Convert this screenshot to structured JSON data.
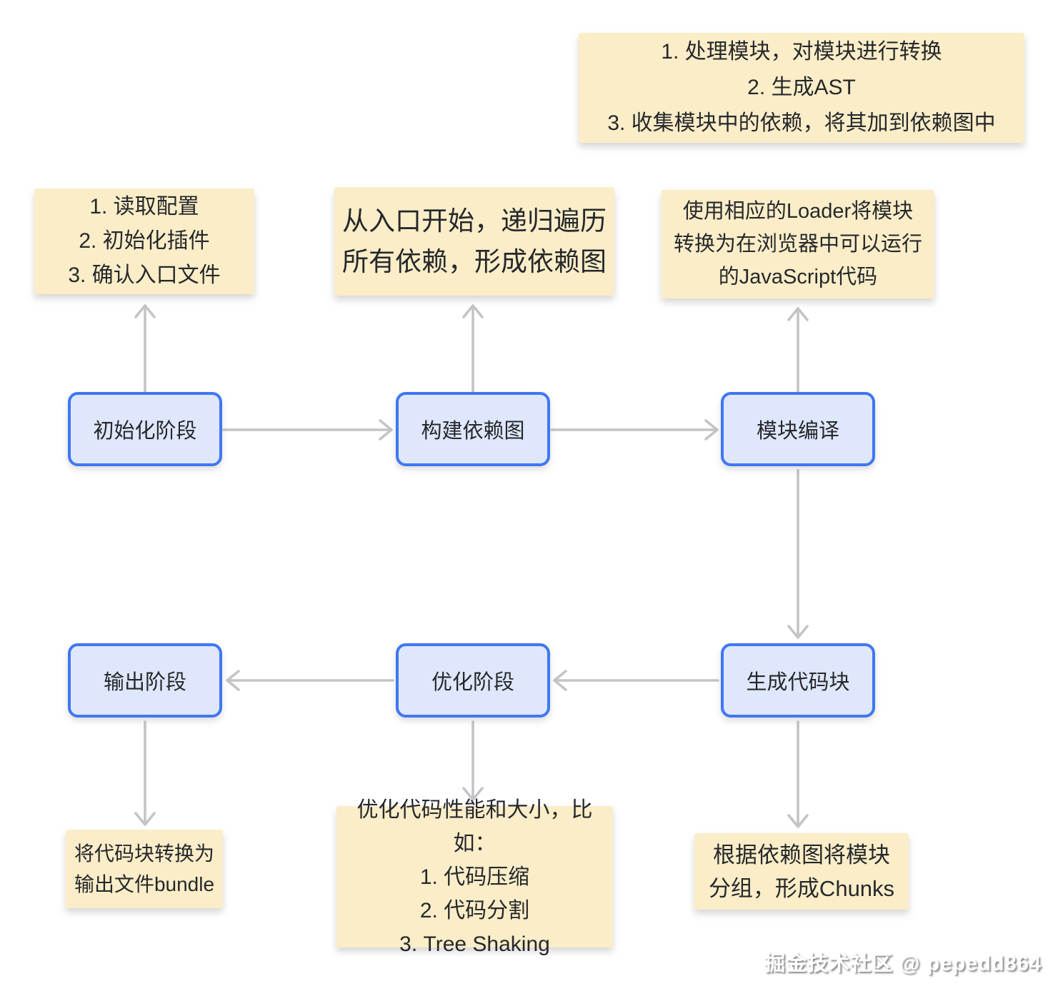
{
  "diagram": {
    "watermark": "掘金技术社区 @ pepedd864",
    "colors": {
      "background": "#ffffff",
      "note_fill": "#faedc8",
      "node_fill": "#dfe7fc",
      "node_border": "#4077f2",
      "arrow": "#c2c4c7",
      "text": "#26282b"
    },
    "nodes": {
      "init": "初始化阶段",
      "build_graph": "构建依赖图",
      "compile": "模块编译",
      "gen_chunks": "生成代码块",
      "optimize": "优化阶段",
      "output": "输出阶段"
    },
    "notes": {
      "compile_steps": "1. 处理模块，对模块进行转换\n2. 生成AST\n3. 收集模块中的依赖，将其加到依赖图中",
      "init_steps": "1. 读取配置\n2. 初始化插件\n3. 确认入口文件",
      "build_graph_desc": "从入口开始，递归遍历\n所有依赖，形成依赖图",
      "loader_desc": "使用相应的Loader将模块\n转换为在浏览器中可以运行\n的JavaScript代码",
      "bundle_desc": "将代码块转换为\n输出文件bundle",
      "optimize_desc": "优化代码性能和大小，比如：\n1. 代码压缩\n2. 代码分割\n3. Tree Shaking",
      "chunks_desc": "根据依赖图将模块\n分组，形成Chunks"
    },
    "edges": [
      {
        "from": "初始化阶段",
        "to": "构建依赖图"
      },
      {
        "from": "构建依赖图",
        "to": "模块编译"
      },
      {
        "from": "模块编译",
        "to": "生成代码块"
      },
      {
        "from": "生成代码块",
        "to": "优化阶段"
      },
      {
        "from": "优化阶段",
        "to": "输出阶段"
      },
      {
        "from": "初始化阶段",
        "to": "初始化步骤注释"
      },
      {
        "from": "构建依赖图",
        "to": "依赖图说明注释"
      },
      {
        "from": "模块编译",
        "to": "Loader说明注释"
      },
      {
        "from": "输出阶段",
        "to": "bundle说明注释"
      },
      {
        "from": "优化阶段",
        "to": "优化说明注释"
      },
      {
        "from": "生成代码块",
        "to": "Chunks说明注释"
      }
    ]
  }
}
